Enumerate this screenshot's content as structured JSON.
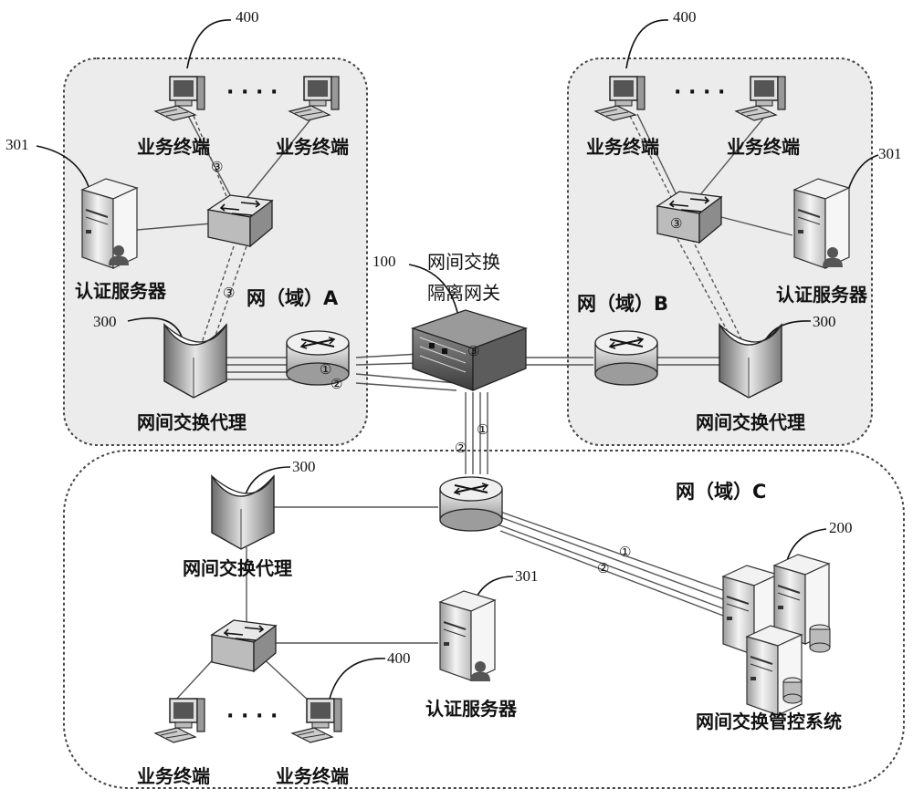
{
  "domains": {
    "a": "网（域）A",
    "b": "网（域）B",
    "c": "网（域）C"
  },
  "gateway": {
    "ref": "100",
    "line1": "网间交换",
    "line2": "隔离网关"
  },
  "labels": {
    "terminal": "业务终端",
    "auth_server": "认证服务器",
    "exchange_proxy": "网间交换代理",
    "control_system": "网间交换管控系统",
    "ellipsis": "· · · ·"
  },
  "refs": {
    "terminal": "400",
    "auth_server": "301",
    "proxy": "300",
    "control": "200"
  },
  "paths": {
    "p1": "①",
    "p2": "②",
    "p3": "③"
  },
  "colors": {
    "domain_fill": "#ececec",
    "domain_border": "#444444",
    "device_dark": "#5a5a5a",
    "device_light": "#dcdcdc"
  }
}
